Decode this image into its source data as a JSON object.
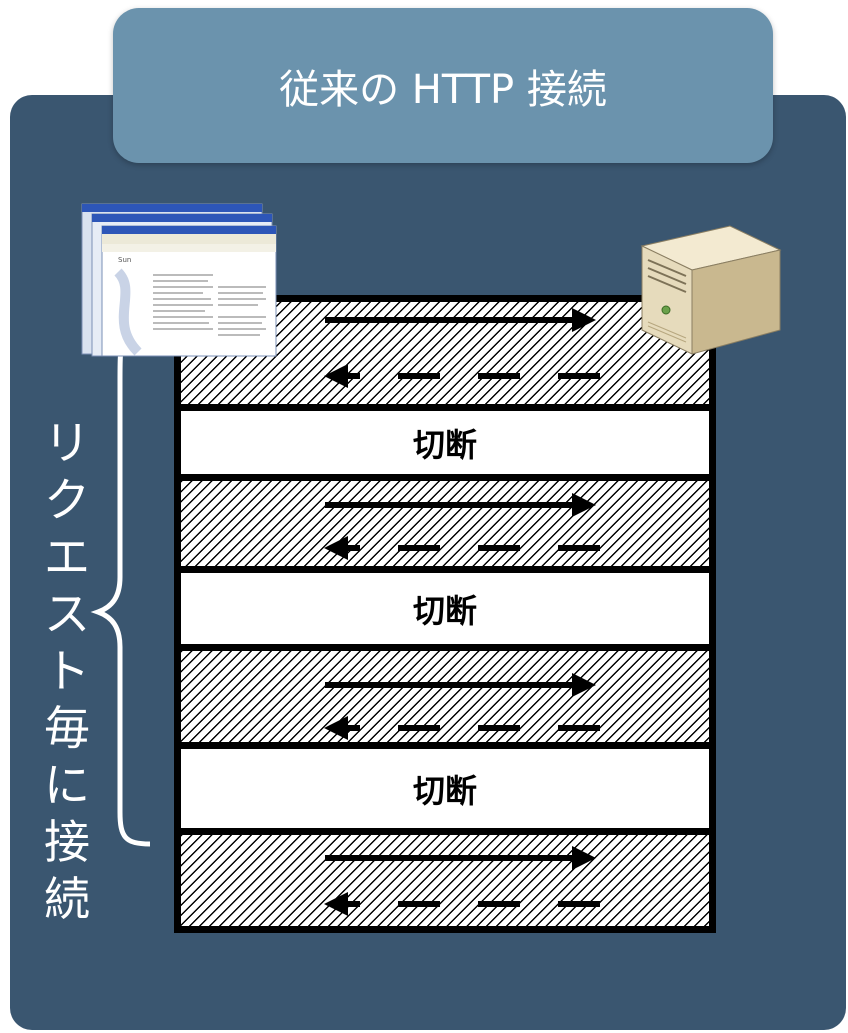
{
  "title": "従来の HTTP 接続",
  "side_label": "リクエスト毎に接続",
  "side_chars": [
    "リ",
    "ク",
    "エ",
    "ス",
    "ト",
    "毎",
    "に",
    "接",
    "続"
  ],
  "disconnect_labels": [
    "切断",
    "切断",
    "切断"
  ],
  "browser_icon": "browser-windows-icon",
  "server_icon": "server-tower-icon"
}
